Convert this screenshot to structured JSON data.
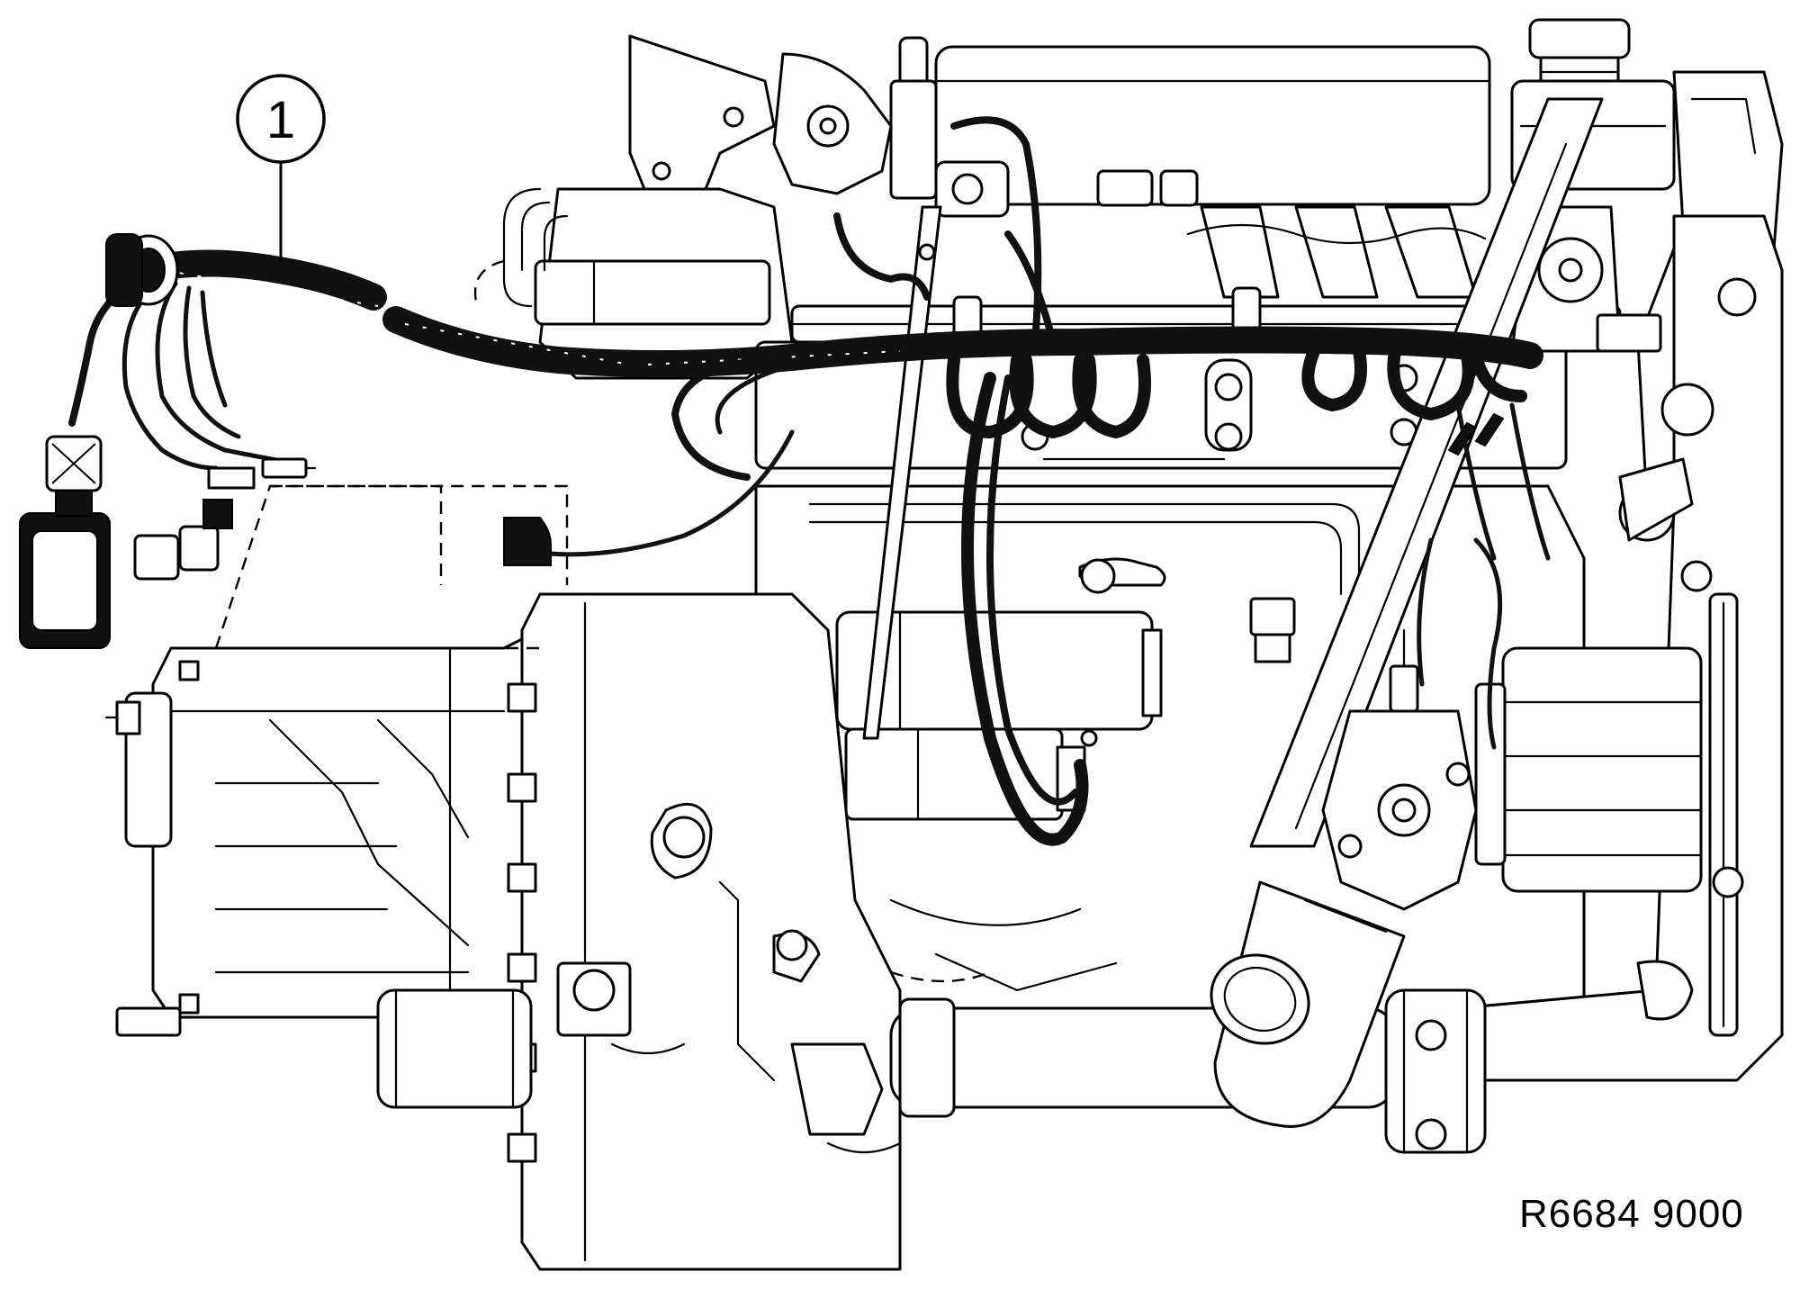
{
  "figure": {
    "reference_code": "R6684 9000",
    "callouts": [
      {
        "number": "1",
        "target": "wiring-harness"
      }
    ]
  },
  "colors": {
    "line": "#000000",
    "background": "#ffffff",
    "harness": "#111111"
  }
}
